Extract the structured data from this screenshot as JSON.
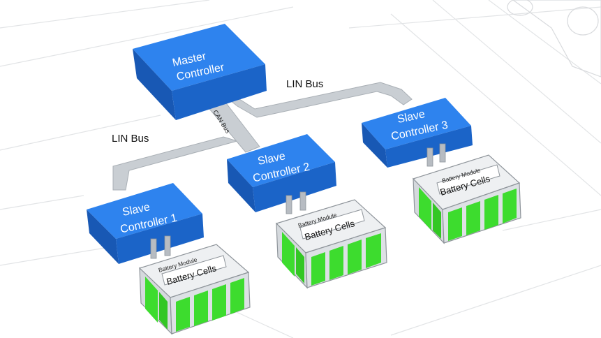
{
  "diagram": {
    "master": {
      "line1": "Master",
      "line2": "Controller"
    },
    "slave1": {
      "line1": "Slave",
      "line2": "Controller 1"
    },
    "slave2": {
      "line1": "Slave",
      "line2": "Controller 2"
    },
    "slave3": {
      "line1": "Slave",
      "line2": "Controller 3"
    },
    "bus_left": "LIN Bus",
    "bus_right": "LIN Bus",
    "can_bus": "CAN Bus",
    "module_label": "Battery Module",
    "cells_label": "Battery Cells",
    "colors": {
      "controller_fill": "#1f6fd9",
      "controller_dark": "#174fa0",
      "bus_gray": "#c8cdd2",
      "cell_green": "#3ddc2e",
      "module_gray": "#e3e6e9"
    }
  }
}
